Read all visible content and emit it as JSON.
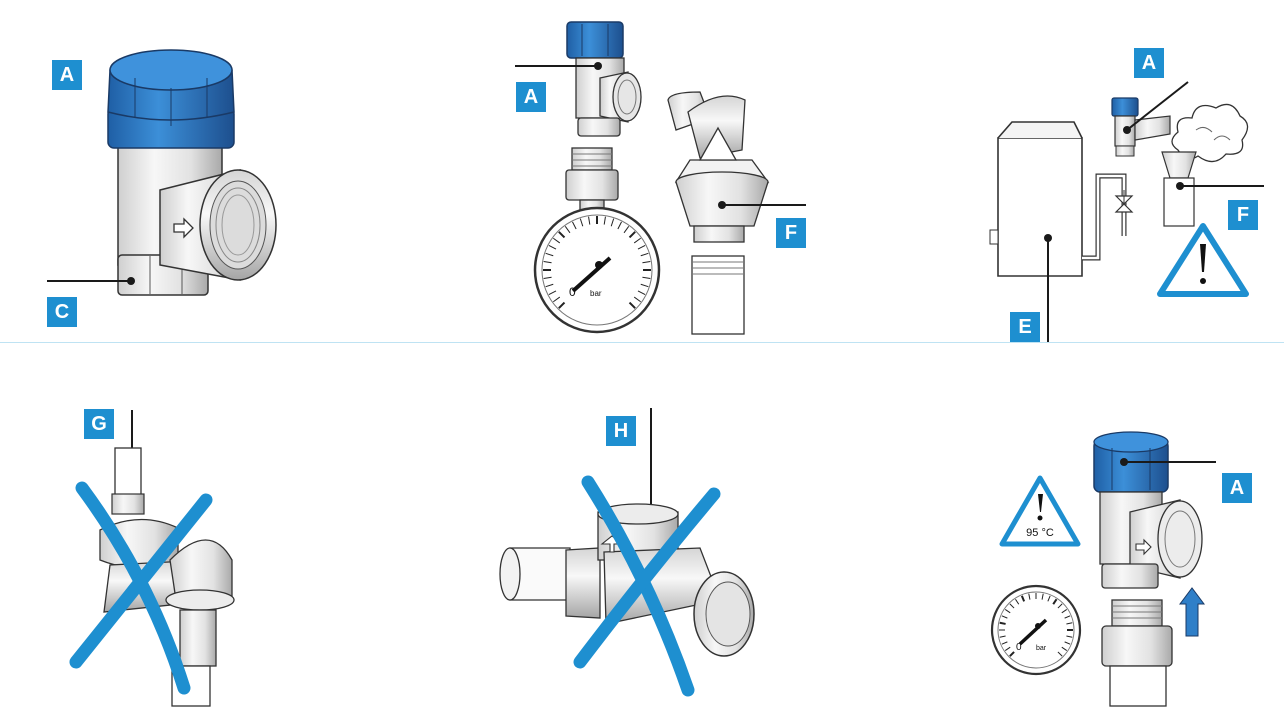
{
  "labels": {
    "p1_a": "A",
    "p1_c": "C",
    "p2_a": "A",
    "p2_f": "F",
    "p3_a": "A",
    "p3_f": "F",
    "p3_e": "E",
    "p4_g": "G",
    "p5_h": "H",
    "p6_a": "A"
  },
  "gauge_unit": "bar",
  "gauge_zero": "0",
  "warning_temp": "95 °C",
  "colors": {
    "brand_blue": "#1e8fd0",
    "cap_blue": "#2f7fc8",
    "line": "#1a1a1a",
    "divider": "#bfe3f3"
  }
}
